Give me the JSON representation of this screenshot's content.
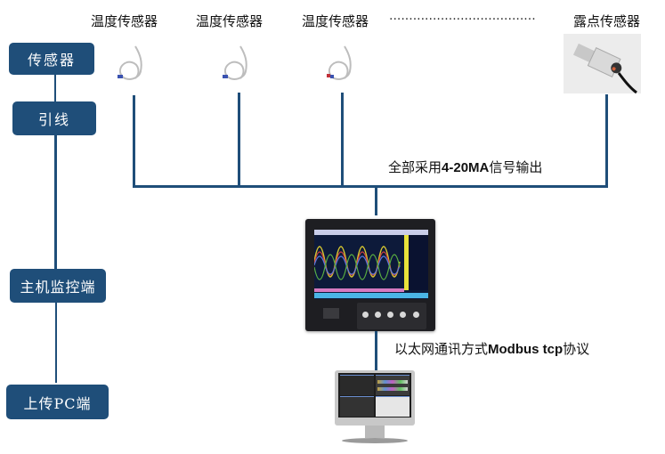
{
  "stages": [
    {
      "id": "sensor",
      "label": "传感器"
    },
    {
      "id": "lead",
      "label": "引线"
    },
    {
      "id": "host",
      "label": "主机监控端"
    },
    {
      "id": "pc",
      "label": "上传PC端"
    }
  ],
  "sensors": [
    {
      "label": "温度传感器",
      "icon": "temperature-probe-icon"
    },
    {
      "label": "温度传感器",
      "icon": "temperature-probe-icon"
    },
    {
      "label": "温度传感器",
      "icon": "temperature-probe-icon"
    },
    {
      "label": "露点传感器",
      "icon": "dew-point-sensor-icon"
    }
  ],
  "ellipsis": "·····································",
  "notes": {
    "signal_prefix": "全部采用",
    "signal_bold": "4-20MA",
    "signal_suffix": "信号输出",
    "network_prefix": "以太网通讯方式",
    "network_bold": "Modbus tcp",
    "network_suffix": "协议"
  },
  "devices": {
    "recorder": "paperless-recorder",
    "computer": "monitor-pc"
  },
  "colors": {
    "box": "#1f4e79",
    "line": "#1f4e79"
  }
}
